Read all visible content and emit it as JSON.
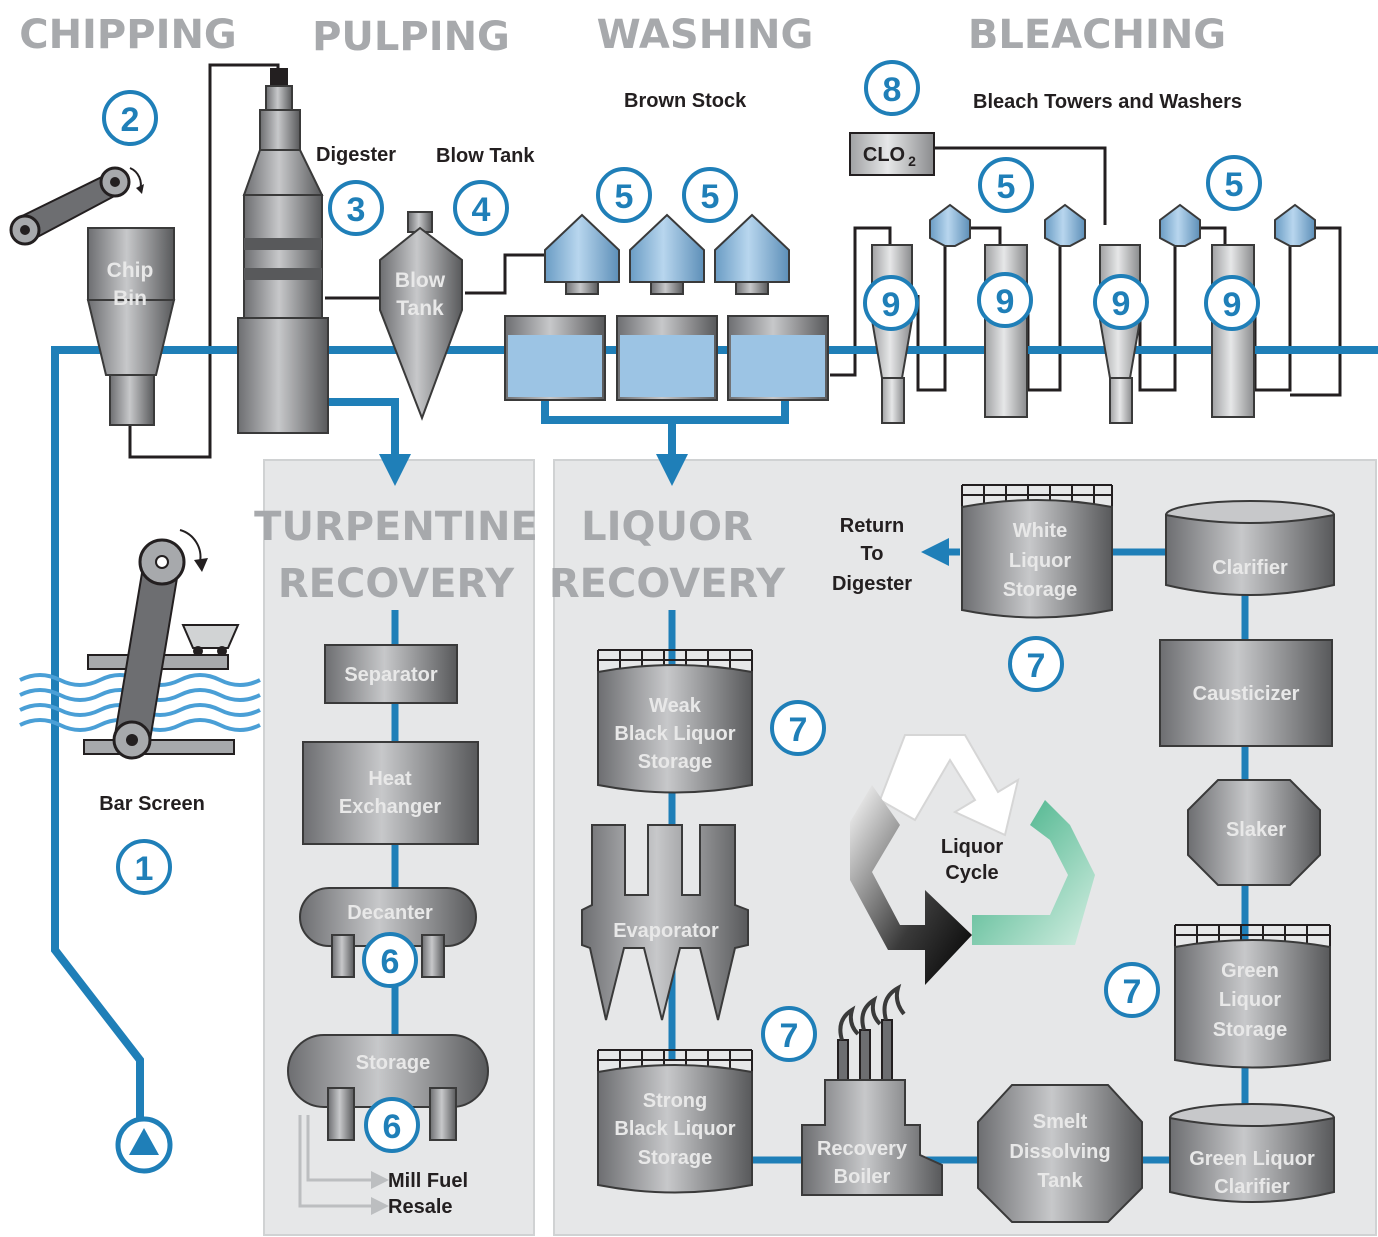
{
  "sections": {
    "chipping": "CHIPPING",
    "pulping": "PULPING",
    "washing": "WASHING",
    "bleaching": "BLEACHING",
    "turpentine_line1": "TURPENTINE",
    "turpentine_line2": "RECOVERY",
    "liquor_line1": "LIQUOR",
    "liquor_line2": "RECOVERY"
  },
  "labels": {
    "brown_stock": "Brown Stock",
    "bleach_towers": "Bleach Towers and Washers",
    "digester": "Digester",
    "blow_tank": "Blow Tank",
    "bar_screen": "Bar Screen",
    "clo2": "CLO",
    "clo2_sub": "2",
    "return_line1": "Return",
    "return_line2": "To",
    "return_line3": "Digester",
    "mill_fuel": "Mill Fuel",
    "resale": "Resale",
    "liquor_cycle_line1": "Liquor",
    "liquor_cycle_line2": "Cycle"
  },
  "vessels": {
    "chip_bin_line1": "Chip",
    "chip_bin_line2": "Bin",
    "blow_tank_line1": "Blow",
    "blow_tank_line2": "Tank",
    "separator": "Separator",
    "heat_exchanger_line1": "Heat",
    "heat_exchanger_line2": "Exchanger",
    "decanter": "Decanter",
    "storage": "Storage",
    "weak_black_line1": "Weak",
    "weak_black_line2": "Black Liquor",
    "weak_black_line3": "Storage",
    "evaporator": "Evaporator",
    "strong_black_line1": "Strong",
    "strong_black_line2": "Black Liquor",
    "strong_black_line3": "Storage",
    "recovery_boiler_line1": "Recovery",
    "recovery_boiler_line2": "Boiler",
    "smelt_line1": "Smelt",
    "smelt_line2": "Dissolving",
    "smelt_line3": "Tank",
    "green_clarifier_line1": "Green Liquor",
    "green_clarifier_line2": "Clarifier",
    "green_storage_line1": "Green",
    "green_storage_line2": "Liquor",
    "green_storage_line3": "Storage",
    "slaker": "Slaker",
    "causticizer": "Causticizer",
    "clarifier": "Clarifier",
    "white_line1": "White",
    "white_line2": "Liquor",
    "white_line3": "Storage"
  },
  "callouts": {
    "bar_screen": "1",
    "chip_conveyor": "2",
    "digester": "3",
    "blow_tank": "4",
    "brown_washer_1": "5",
    "brown_washer_2": "5",
    "bleach_washer_1": "5",
    "bleach_washer_2": "5",
    "decanter": "6",
    "storage": "6",
    "weak_black": "7",
    "strong_black": "7",
    "white_liquor": "7",
    "green_liquor": "7",
    "clo2": "8",
    "tower_1": "9",
    "tower_2": "9",
    "tower_3": "9",
    "tower_4": "9"
  },
  "colors": {
    "pipe_blue": "#1f7fb8",
    "header_gray": "#a7a9ac",
    "panel_gray": "#e6e7e8",
    "vessel_gray": "#8c8c8c",
    "water_blue": "#4a9fd6",
    "liquid_blue": "#9cc4e4",
    "cycle_green": "#7fcfae"
  },
  "icons": {
    "pump": "pump-icon",
    "conveyor": "conveyor-icon",
    "recycle": "recycle-arrows-icon"
  }
}
